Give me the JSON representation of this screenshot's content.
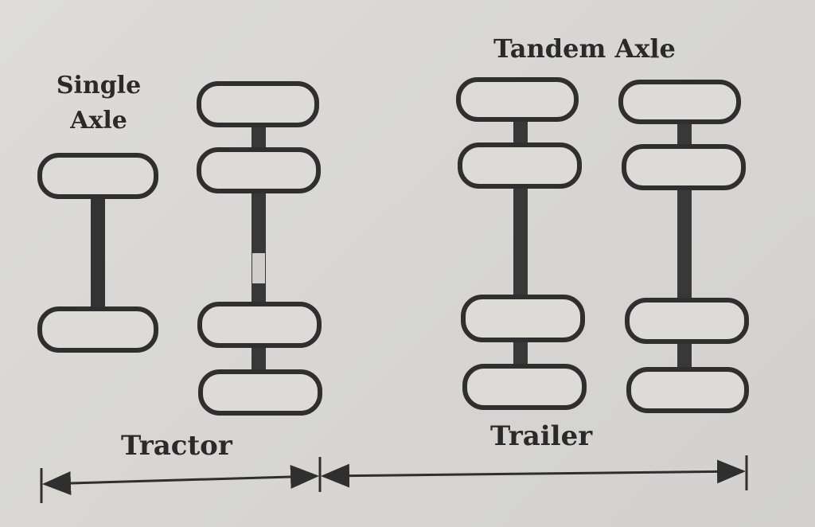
{
  "labels": {
    "single_axle": "Single\nAxle",
    "tandem_axle": "Tandem Axle",
    "tractor": "Tractor",
    "trailer": "Trailer"
  },
  "colors": {
    "background": "#d9d8d6",
    "ink": "#2f2f2f"
  }
}
